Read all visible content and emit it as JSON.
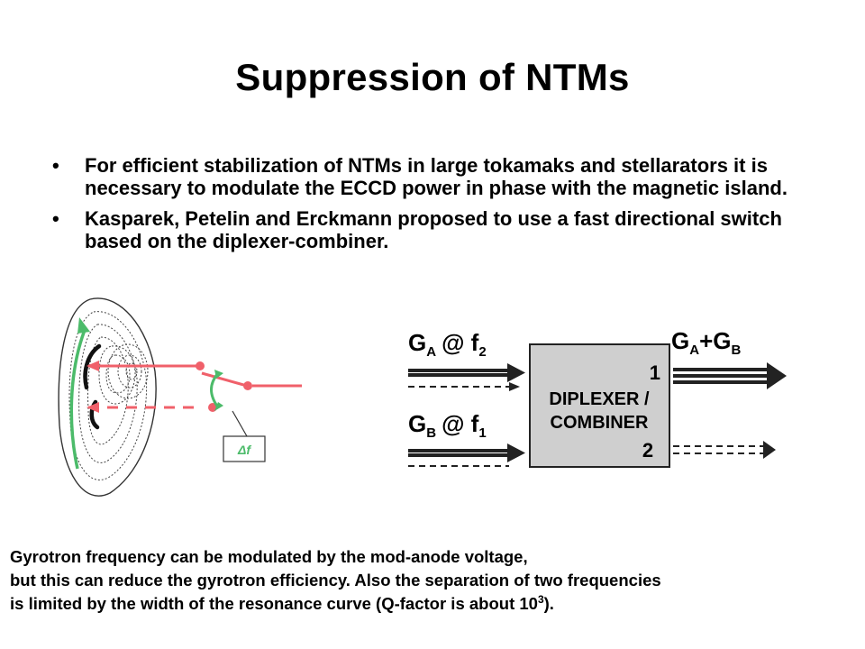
{
  "slide": {
    "title": "Suppression of NTMs",
    "bullets": [
      "For efficient stabilization of NTMs in large tokamaks and stellarators it is necessary to modulate the ECCD power in phase with the magnetic island.",
      "Kasparek, Petelin and Erckmann proposed to use a fast directional switch based on the diplexer-combiner."
    ],
    "bullet_char": "•"
  },
  "figure_left": {
    "label": "Δf",
    "colors": {
      "beam": "#f0606a",
      "arrow": "#4cbb6a"
    }
  },
  "figure_right": {
    "box_label_line1": "DIPLEXER /",
    "box_label_line2": "COMBINER",
    "port_1": "1",
    "port_2": "2",
    "input_a": "G",
    "input_a_sub": "A",
    "input_a_freq": "@ f",
    "input_a_freq_sub": "2",
    "input_b": "G",
    "input_b_sub": "B",
    "input_b_freq": "@ f",
    "input_b_freq_sub": "1",
    "output_1a": "G",
    "output_1a_sub": "A",
    "output_plus": "+G",
    "output_1b_sub": "B"
  },
  "note": {
    "line1": "Gyrotron frequency can be modulated by the mod-anode voltage,",
    "line2": "but this can reduce the gyrotron efficiency. Also the separation of two frequencies",
    "line3_pre": "is limited by the width of the resonance curve (Q-factor is about 10",
    "line3_sup": "3",
    "line3_post": ")."
  }
}
